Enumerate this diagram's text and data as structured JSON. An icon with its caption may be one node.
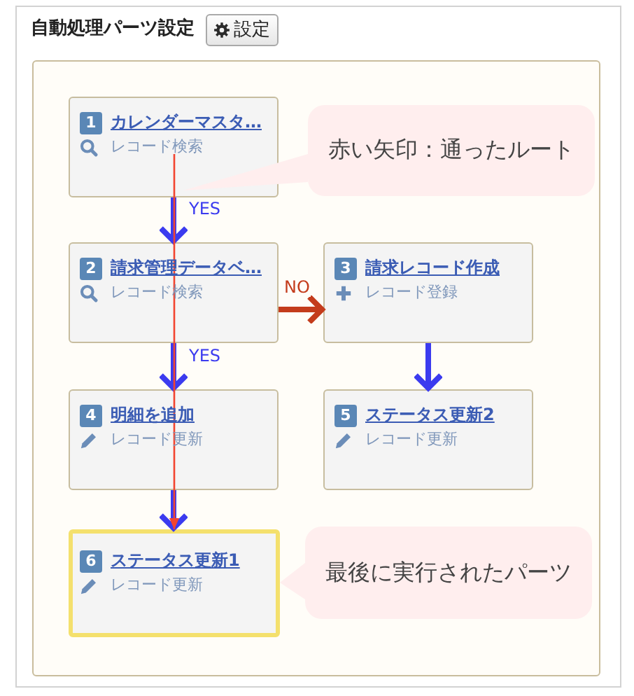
{
  "diagram": {
    "nodes": [
      {
        "text": [
          "自動処理パーツ設定"
        ]
      },
      {
        "text": [
          "設定"
        ],
        "in": 0
      },
      {
        "text": [],
        "shape": "box",
        "in": 0
      },
      {
        "text": [
          "1",
          "カレンダーマスタ…",
          "レコード検索"
        ],
        "in": 2
      },
      {
        "text": [
          "赤い矢印：通ったルート"
        ],
        "in": 2
      },
      {
        "text": [
          "2",
          "請求管理データベ…",
          "レコード検索"
        ],
        "in": 2
      },
      {
        "text": [
          "3",
          "請求レコード作成",
          "レコード登録"
        ],
        "in": 2
      },
      {
        "text": [
          "4",
          "明細を追加",
          "レコード更新"
        ],
        "in": 2
      },
      {
        "text": [
          "5",
          "ステータス更新2",
          "レコード更新"
        ],
        "in": 2
      },
      {
        "text": [
          "6",
          "ステータス更新1",
          "レコード更新"
        ],
        "in": 2
      },
      {
        "text": [
          "最後に実行されたパーツ"
        ],
        "in": 2
      }
    ],
    "edges": [
      {
        "from": 3,
        "to": 5,
        "arrow": "to",
        "label": "YES"
      },
      {
        "from": 5,
        "to": 6,
        "arrow": "to",
        "label": "NO",
        "color": "#c43c1c"
      },
      {
        "from": 5,
        "to": 7,
        "arrow": "to",
        "label": "YES"
      },
      {
        "from": 6,
        "to": 8,
        "arrow": "to"
      },
      {
        "from": 7,
        "to": 9,
        "arrow": "to"
      },
      {
        "from": 3,
        "to": 5,
        "arrow": "none",
        "color": "#f2442f"
      },
      {
        "from": 5,
        "to": 7,
        "arrow": "none",
        "color": "#f2442f"
      },
      {
        "from": 7,
        "to": 9,
        "arrow": "to",
        "color": "#f2442f"
      },
      {
        "from": 4,
        "to": null,
        "arrow": "to",
        "color": "#ffeeee"
      },
      {
        "from": 10,
        "to": 9,
        "arrow": "to",
        "color": "#ffeeee"
      }
    ]
  }
}
